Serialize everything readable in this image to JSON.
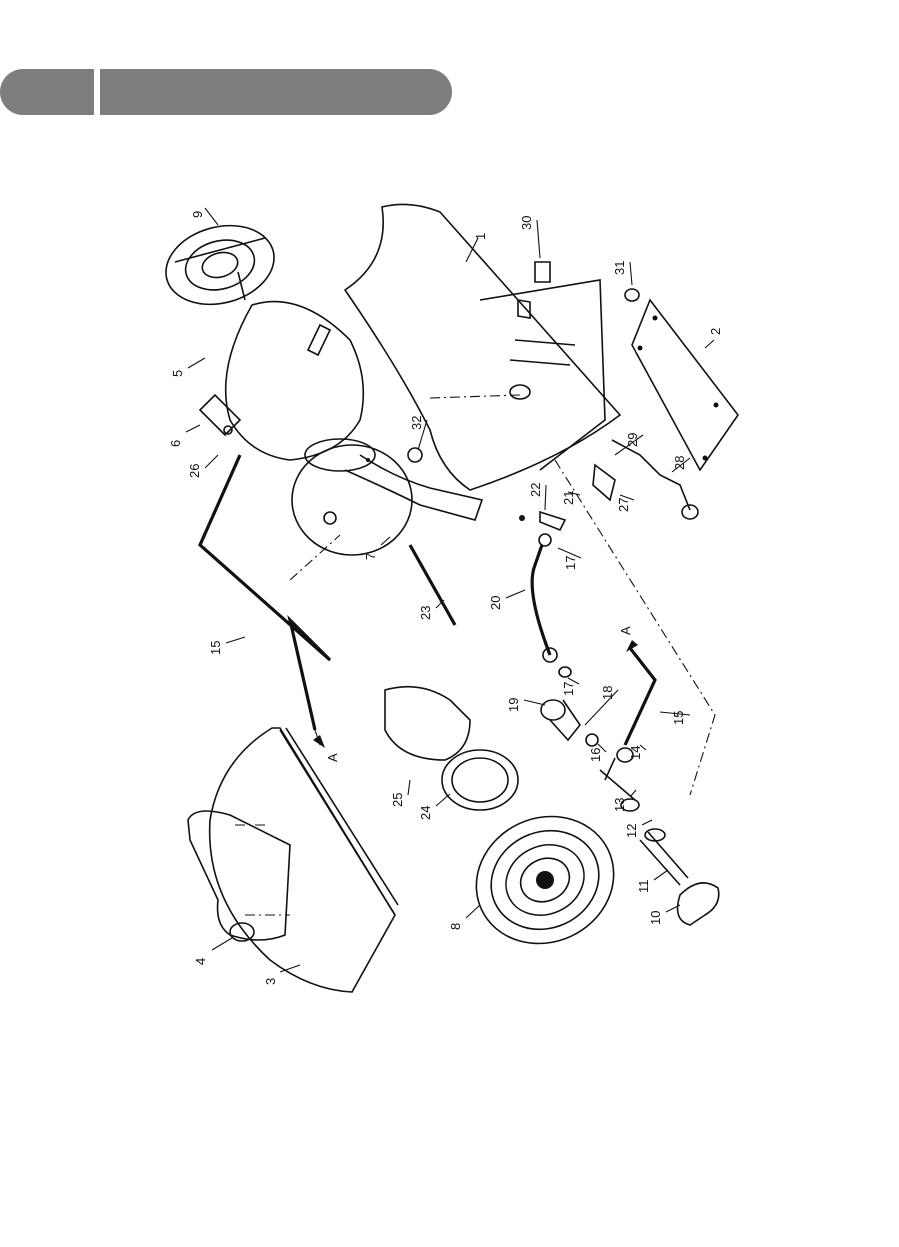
{
  "header": {
    "left_text": "",
    "right_text": ""
  },
  "diagram": {
    "callouts": [
      "1",
      "2",
      "3",
      "4",
      "5",
      "6",
      "7",
      "8",
      "9",
      "10",
      "11",
      "12",
      "13",
      "14",
      "15",
      "15",
      "16",
      "17",
      "17",
      "18",
      "19",
      "20",
      "21",
      "22",
      "23",
      "24",
      "25",
      "26",
      "27",
      "28",
      "29",
      "30",
      "31",
      "32"
    ],
    "arrow_labels": [
      "A",
      "A"
    ]
  }
}
